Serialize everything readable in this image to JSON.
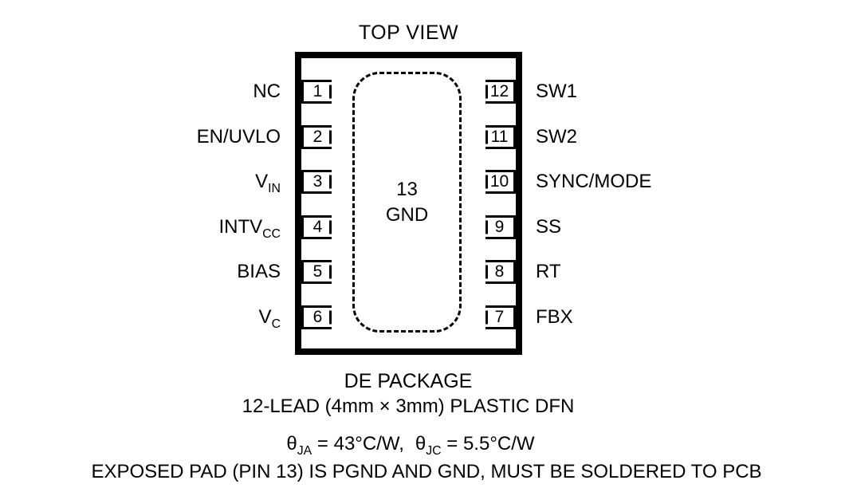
{
  "title": "TOP VIEW",
  "pins": {
    "left": [
      {
        "num": "1",
        "label": "NC",
        "sub": ""
      },
      {
        "num": "2",
        "label": "EN/UVLO",
        "sub": ""
      },
      {
        "num": "3",
        "label": "V",
        "sub": "IN"
      },
      {
        "num": "4",
        "label": "INTV",
        "sub": "CC"
      },
      {
        "num": "5",
        "label": "BIAS",
        "sub": ""
      },
      {
        "num": "6",
        "label": "V",
        "sub": "C"
      }
    ],
    "right": [
      {
        "num": "12",
        "label": "SW1",
        "sub": ""
      },
      {
        "num": "11",
        "label": "SW2",
        "sub": ""
      },
      {
        "num": "10",
        "label": "SYNC/MODE",
        "sub": ""
      },
      {
        "num": "9",
        "label": "SS",
        "sub": ""
      },
      {
        "num": "8",
        "label": "RT",
        "sub": ""
      },
      {
        "num": "7",
        "label": "FBX",
        "sub": ""
      }
    ]
  },
  "exposed_pad": {
    "num": "13",
    "label": "GND"
  },
  "footer": {
    "package_name": "DE PACKAGE",
    "package_desc": "12-LEAD (4mm × 3mm) PLASTIC DFN",
    "thermal": {
      "theta1": "θ",
      "theta1_sub": "JA",
      "theta1_val": " = 43°C/W,",
      "theta2": "θ",
      "theta2_sub": "JC",
      "theta2_val": " = 5.5°C/W"
    },
    "exposed_pad_note": "EXPOSED PAD (PIN 13) IS PGND AND GND, MUST BE SOLDERED TO PCB"
  }
}
